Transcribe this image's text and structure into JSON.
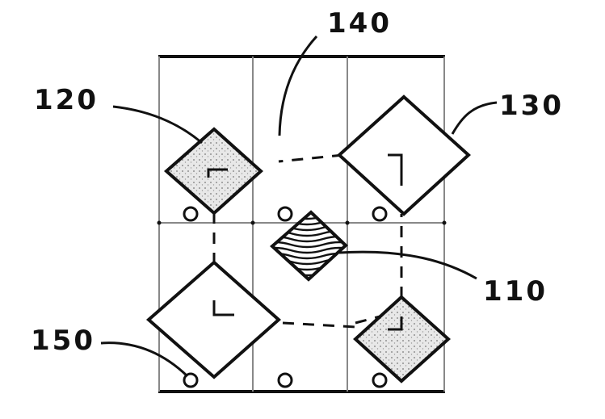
{
  "diagram": {
    "labels": {
      "ref_110": "110",
      "ref_120": "120",
      "ref_130": "130",
      "ref_140": "140",
      "ref_150": "150"
    }
  },
  "colors": {
    "line": "#111111",
    "grid": "#999999",
    "background": "#ffffff",
    "stipple": "#e6e6e6"
  }
}
